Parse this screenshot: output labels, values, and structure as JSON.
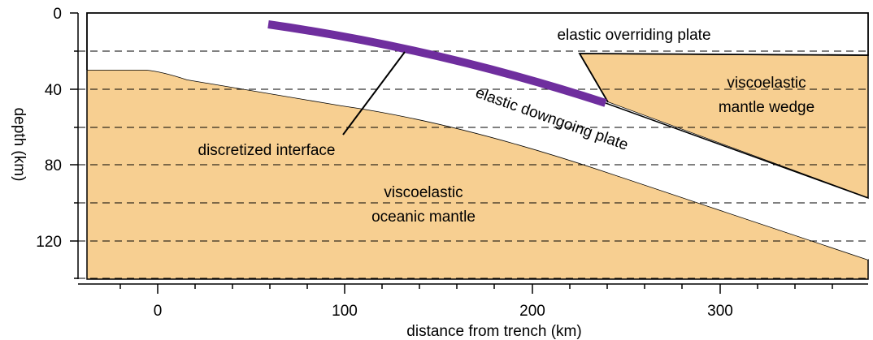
{
  "colors": {
    "mantle": "#f7cf91",
    "plate": "#ffffff",
    "interface": "#6f2e9e",
    "line": "#000000"
  },
  "axes": {
    "xlabel": "distance from trench (km)",
    "ylabel": "depth (km)",
    "x_ticks": [
      "0",
      "100",
      "200",
      "300"
    ],
    "y_ticks": [
      "0",
      "40",
      "80",
      "120"
    ]
  },
  "labels": {
    "overriding_plate": "elastic overriding plate",
    "downgoing_plate": "elastic downgoing plate",
    "mantle_wedge_1": "viscoelastic",
    "mantle_wedge_2": "mantle wedge",
    "oceanic_mantle_1": "viscoelastic",
    "oceanic_mantle_2": "oceanic mantle",
    "interface": "discretized interface"
  }
}
